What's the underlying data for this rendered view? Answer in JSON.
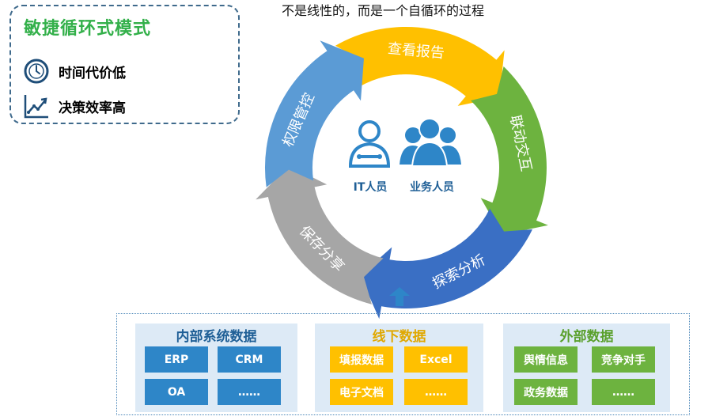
{
  "header": {
    "text": "不是线性的，而是一个自循环的过程"
  },
  "agile": {
    "title": "敏捷循环式模式",
    "items": [
      {
        "icon": "clock-icon",
        "label": "时间代价低"
      },
      {
        "icon": "trend-chart-icon",
        "label": "决策效率高"
      }
    ]
  },
  "cycle": {
    "segments": [
      {
        "label": "查看报告",
        "color": "#ffc000"
      },
      {
        "label": "联动交互",
        "color": "#6db33f"
      },
      {
        "label": "探索分析",
        "color": "#3a6fc4"
      },
      {
        "label": "保存分享",
        "color": "#a6a6a6"
      },
      {
        "label": "权限管控",
        "color": "#5b9bd5"
      }
    ],
    "center": {
      "it_label": "IT人员",
      "biz_label": "业务人员"
    }
  },
  "sources": {
    "panels": [
      {
        "title": "内部系统数据",
        "title_color": "#1f5f96",
        "tile_color": "#2e86c8",
        "tiles": [
          "ERP",
          "CRM",
          "OA",
          "……"
        ]
      },
      {
        "title": "线下数据",
        "title_color": "#e0a800",
        "tile_color": "#ffc000",
        "tiles": [
          "填报数据",
          "Excel",
          "电子文档",
          "……"
        ]
      },
      {
        "title": "外部数据",
        "title_color": "#5aa02c",
        "tile_color": "#6db33f",
        "tiles": [
          "舆情信息",
          "竞争对手",
          "政务数据",
          "……"
        ]
      }
    ]
  }
}
